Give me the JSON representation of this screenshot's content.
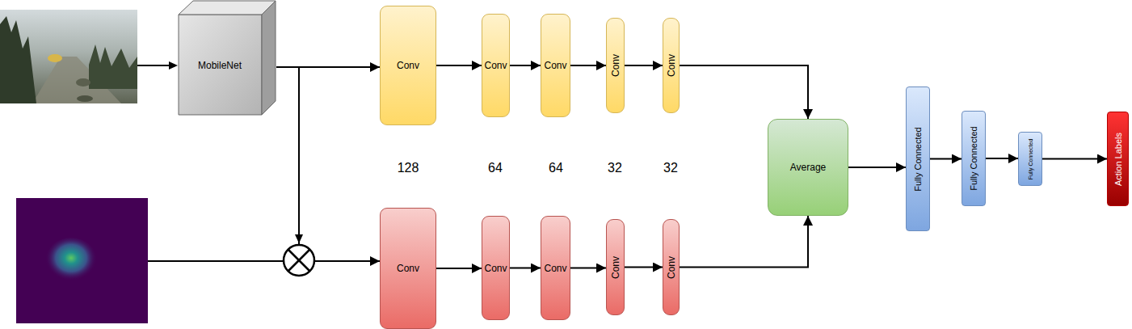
{
  "diagram": {
    "nodes": [
      {
        "text": [
          "MobileNet"
        ]
      },
      {
        "text": [
          "Conv"
        ]
      },
      {
        "text": [
          "Conv"
        ]
      },
      {
        "text": [
          "Conv"
        ]
      },
      {
        "text": [
          "Conv"
        ]
      },
      {
        "text": [
          "Conv"
        ]
      },
      {
        "text": [
          "Conv"
        ]
      },
      {
        "text": [
          "Conv"
        ]
      },
      {
        "text": [
          "Conv"
        ]
      },
      {
        "text": [
          "Conv"
        ]
      },
      {
        "text": [
          "Conv"
        ]
      },
      {
        "text": [
          "Average"
        ]
      },
      {
        "text": [
          "Fully Connected"
        ]
      },
      {
        "text": [
          "Fully Connected"
        ]
      },
      {
        "text": [
          "Fully Connected"
        ]
      },
      {
        "text": [
          "Action Labels"
        ]
      }
    ],
    "edges": [
      {
        "from": 0,
        "to": 1,
        "arrow": "to"
      },
      {
        "from": 0,
        "to": 6,
        "arrow": "to"
      },
      {
        "from": 1,
        "to": 2,
        "arrow": "to"
      },
      {
        "from": 2,
        "to": 3,
        "arrow": "to"
      },
      {
        "from": 3,
        "to": 4,
        "arrow": "to"
      },
      {
        "from": 4,
        "to": 5,
        "arrow": "to"
      },
      {
        "from": 6,
        "to": 7,
        "arrow": "to"
      },
      {
        "from": 7,
        "to": 8,
        "arrow": "to"
      },
      {
        "from": 8,
        "to": 9,
        "arrow": "to"
      },
      {
        "from": 9,
        "to": 10,
        "arrow": "to"
      },
      {
        "from": 5,
        "to": 11,
        "arrow": "to"
      },
      {
        "from": 10,
        "to": 11,
        "arrow": "to"
      },
      {
        "from": 11,
        "to": 12,
        "arrow": "to"
      },
      {
        "from": 12,
        "to": 13,
        "arrow": "to"
      },
      {
        "from": 13,
        "to": 14,
        "arrow": "to"
      },
      {
        "from": 14,
        "to": 15,
        "arrow": "to"
      }
    ],
    "labels": [
      "128",
      "64",
      "64",
      "32",
      "32"
    ]
  }
}
